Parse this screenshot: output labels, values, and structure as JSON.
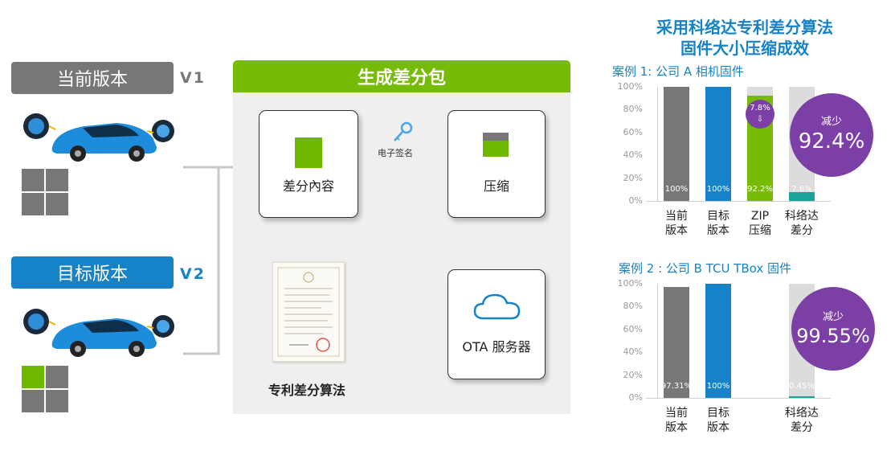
{
  "left": {
    "current_label": "当前版本",
    "current_version": "V1",
    "target_label": "目标版本",
    "target_version": "V2"
  },
  "center": {
    "title": "生成差分包",
    "diff_label": "差分內容",
    "signature_label": "电子签名",
    "compress_label": "压缩",
    "server_label": "OTA 服务器",
    "patent_label": "专利差分算法"
  },
  "right": {
    "title_line1": "采用科络达专利差分算法",
    "title_line2": "固件大小压缩成效"
  },
  "colors": {
    "gray": "#777777",
    "blue": "#1682c8",
    "green": "#76bc06",
    "teal": "#1aa39a",
    "purple": "#7b3fa6"
  },
  "chart_data": [
    {
      "type": "bar",
      "title": "案例 1: 公司 A  相机固件",
      "categories": [
        "当前\n版本",
        "目标\n版本",
        "ZIP\n压缩",
        "科络达\n差分"
      ],
      "values": [
        100,
        100,
        92.2,
        7.6
      ],
      "value_labels": [
        "100%",
        "100%",
        "92.2%",
        "7.6%"
      ],
      "yticks": [
        "100%",
        "80%",
        "60%",
        "40%",
        "20%",
        "0%"
      ],
      "ylim": [
        0,
        100
      ],
      "annotation_bubble": "7.8%",
      "reduction_label": "减少",
      "reduction_value": "92.4%"
    },
    {
      "type": "bar",
      "title": "案例  2 :   公司 B  TCU TBox 固件",
      "categories": [
        "当前\n版本",
        "目标\n版本",
        "",
        "科络达\n差分"
      ],
      "values": [
        97.31,
        100,
        null,
        0.45
      ],
      "value_labels": [
        "97.31%",
        "100%",
        "",
        "0.45%"
      ],
      "yticks": [
        "100%",
        "80%",
        "60%",
        "40%",
        "20%",
        "0%"
      ],
      "ylim": [
        0,
        100
      ],
      "reduction_label": "减少",
      "reduction_value": "99.55%"
    }
  ]
}
